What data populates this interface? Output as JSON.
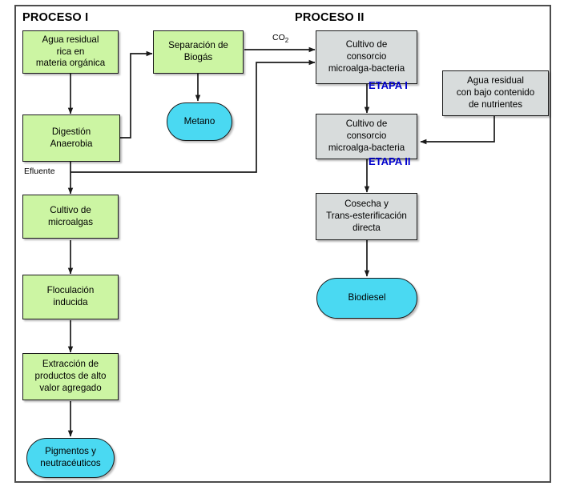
{
  "figure": {
    "type": "process-flow-diagram",
    "language": "es",
    "background": "#ffffff",
    "frame_color": "#4d4d4d"
  },
  "colors": {
    "process_green": "#ccf5a3",
    "process_grey": "#d8dcdc",
    "product_cyan": "#4ad9f2",
    "stage_label_blue": "#0000cd",
    "node_border": "#1a1a1a"
  },
  "titles": {
    "proceso_1": "PROCESO I",
    "proceso_2": "PROCESO II"
  },
  "nodes": {
    "agua_residual_rica": "Agua residual\nrica en\nmateria orgánica",
    "digestion_anaerobia": "Digestión\nAnaerobia",
    "separacion_biogas": "Separación de\nBiogás",
    "metano": "Metano",
    "cultivo_microalgas": "Cultivo de\nmicroalgas",
    "floculacion_inducida": "Floculación\ninducida",
    "extraccion_productos": "Extracción de\nproductos de alto\nvalor agregado",
    "pigmentos": "Pigmentos y\nneutracéuticos",
    "cultivo_consorcio_1": "Cultivo de\nconsorcio\nmicroalga-bacteria",
    "cultivo_consorcio_2": "Cultivo de\nconsorcio\nmicroalga-bacteria",
    "agua_residual_bajo": "Agua residual\ncon bajo contenido\nde nutrientes",
    "cosecha": "Cosecha y\nTrans-esterificación\ndirecta",
    "biodiesel": "Biodiesel"
  },
  "edge_labels": {
    "efluente": "Efluente",
    "co2_main": "CO",
    "co2_sub": "2"
  },
  "stages": {
    "etapa_1": "ETAPA I",
    "etapa_2": "ETAPA II"
  }
}
